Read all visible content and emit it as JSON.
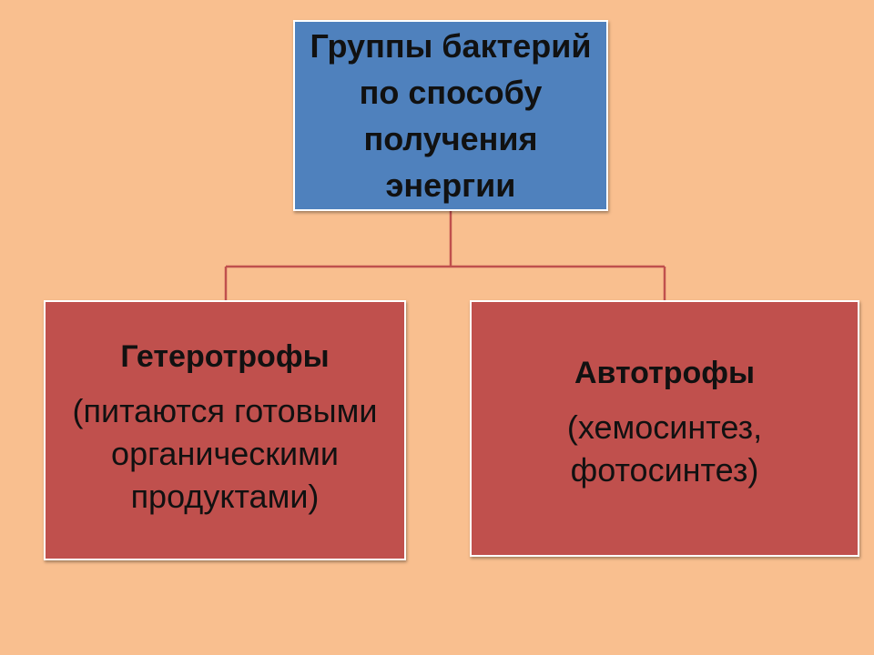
{
  "colors": {
    "background": "#f9bf8f",
    "root_fill": "#4f81bd",
    "child_fill": "#c0504d",
    "connector": "#c0504d",
    "border": "#ffffff"
  },
  "root": {
    "title": "Группы бактерий по способу получения энергии"
  },
  "children": [
    {
      "heading": "Гетеротрофы",
      "description": "(питаются готовыми\nорганическими\nпродуктами)"
    },
    {
      "heading": "Автотрофы",
      "description": "(хемосинтез,\nфотосинтез)"
    }
  ]
}
